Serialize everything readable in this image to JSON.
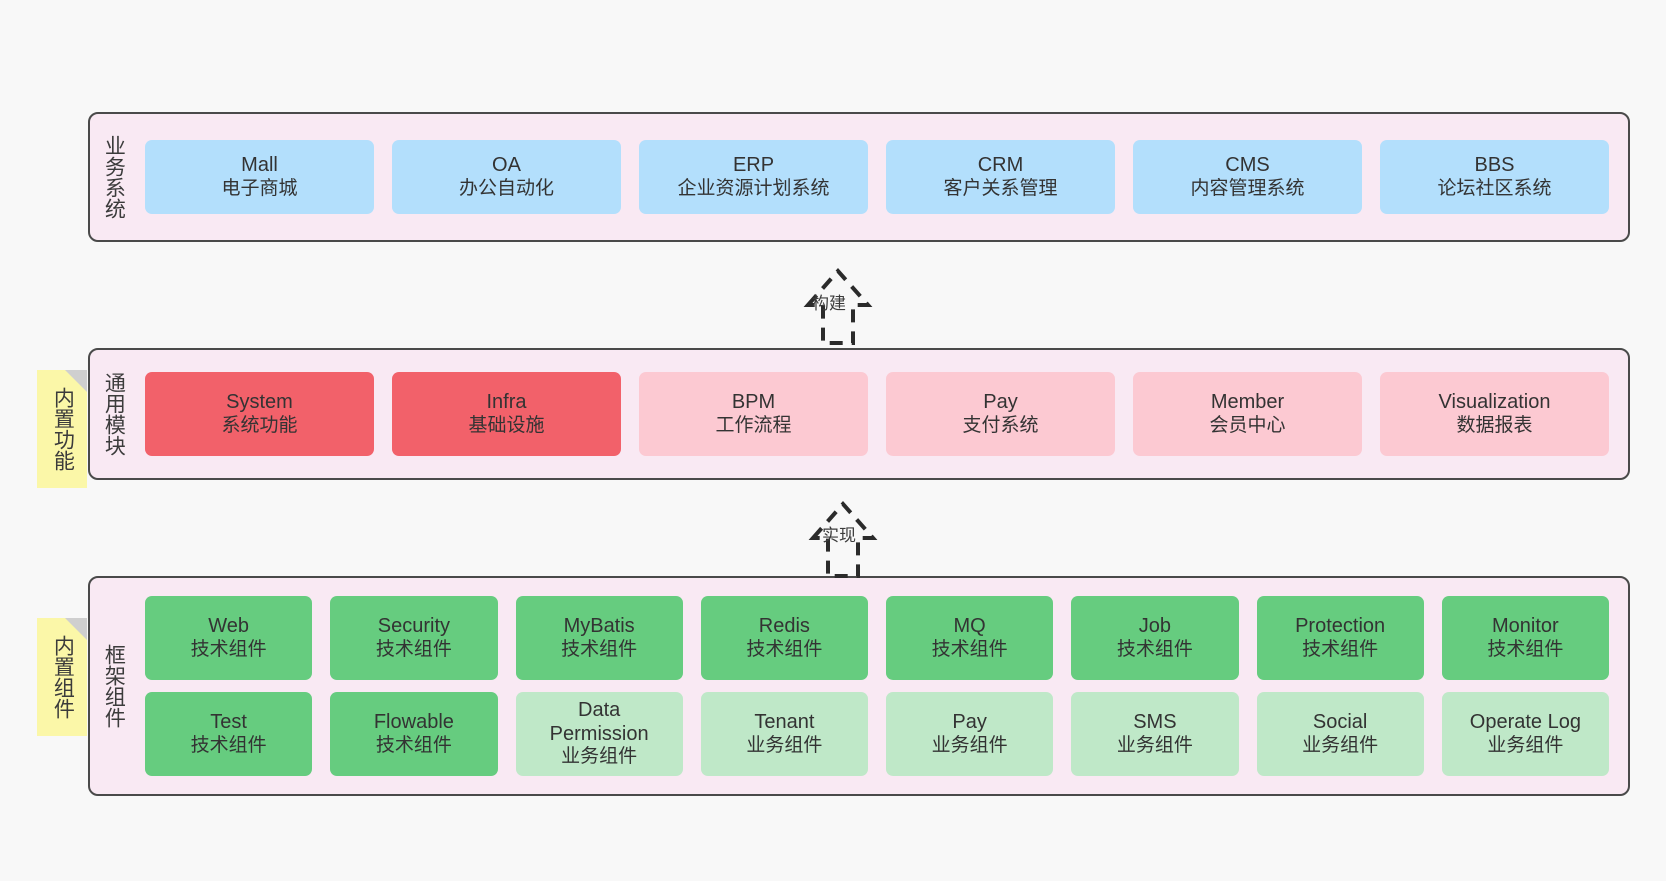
{
  "diagram": {
    "background_color": "#f8f8f8",
    "layer_fill": "#f9e9f3",
    "layer_border": "#4a4a4a",
    "note_color": "#fbf7a8",
    "business_card_color": "#b3dffc",
    "module_strong_color": "#f2616a",
    "module_light_color": "#fcc9d2",
    "framework_tech_color": "#66cc7f",
    "framework_biz_color": "#bfe8c8"
  },
  "layers": [
    {
      "id": "business-system",
      "title": "业务系统",
      "cards": [
        {
          "en": "Mall",
          "cn": "电子商城"
        },
        {
          "en": "OA",
          "cn": "办公自动化"
        },
        {
          "en": "ERP",
          "cn": "企业资源计划系统"
        },
        {
          "en": "CRM",
          "cn": "客户关系管理"
        },
        {
          "en": "CMS",
          "cn": "内容管理系统"
        },
        {
          "en": "BBS",
          "cn": "论坛社区系统"
        }
      ]
    },
    {
      "id": "common-module",
      "title": "通用模块",
      "note": "内置功能",
      "cards": [
        {
          "en": "System",
          "cn": "系统功能",
          "emphasis": "strong"
        },
        {
          "en": "Infra",
          "cn": "基础设施",
          "emphasis": "strong"
        },
        {
          "en": "BPM",
          "cn": "工作流程",
          "emphasis": "light"
        },
        {
          "en": "Pay",
          "cn": "支付系统",
          "emphasis": "light"
        },
        {
          "en": "Member",
          "cn": "会员中心",
          "emphasis": "light"
        },
        {
          "en": "Visualization",
          "cn": "数据报表",
          "emphasis": "light"
        }
      ]
    },
    {
      "id": "framework-component",
      "title": "框架组件",
      "note": "内置组件",
      "rows": [
        [
          {
            "en": "Web",
            "cn": "技术组件",
            "kind": "tech"
          },
          {
            "en": "Security",
            "cn": "技术组件",
            "kind": "tech"
          },
          {
            "en": "MyBatis",
            "cn": "技术组件",
            "kind": "tech"
          },
          {
            "en": "Redis",
            "cn": "技术组件",
            "kind": "tech"
          },
          {
            "en": "MQ",
            "cn": "技术组件",
            "kind": "tech"
          },
          {
            "en": "Job",
            "cn": "技术组件",
            "kind": "tech"
          },
          {
            "en": "Protection",
            "cn": "技术组件",
            "kind": "tech"
          },
          {
            "en": "Monitor",
            "cn": "技术组件",
            "kind": "tech"
          }
        ],
        [
          {
            "en": "Test",
            "cn": "技术组件",
            "kind": "tech"
          },
          {
            "en": "Flowable",
            "cn": "技术组件",
            "kind": "tech"
          },
          {
            "en": "Data Permission",
            "cn": "业务组件",
            "kind": "biz2"
          },
          {
            "en": "Tenant",
            "cn": "业务组件",
            "kind": "biz2"
          },
          {
            "en": "Pay",
            "cn": "业务组件",
            "kind": "biz2"
          },
          {
            "en": "SMS",
            "cn": "业务组件",
            "kind": "biz2"
          },
          {
            "en": "Social",
            "cn": "业务组件",
            "kind": "biz2"
          },
          {
            "en": "Operate Log",
            "cn": "业务组件",
            "kind": "biz2"
          }
        ]
      ]
    }
  ],
  "arrows": [
    {
      "id": "build-arrow",
      "label": "构建"
    },
    {
      "id": "implement-arrow",
      "label": "实现"
    }
  ]
}
